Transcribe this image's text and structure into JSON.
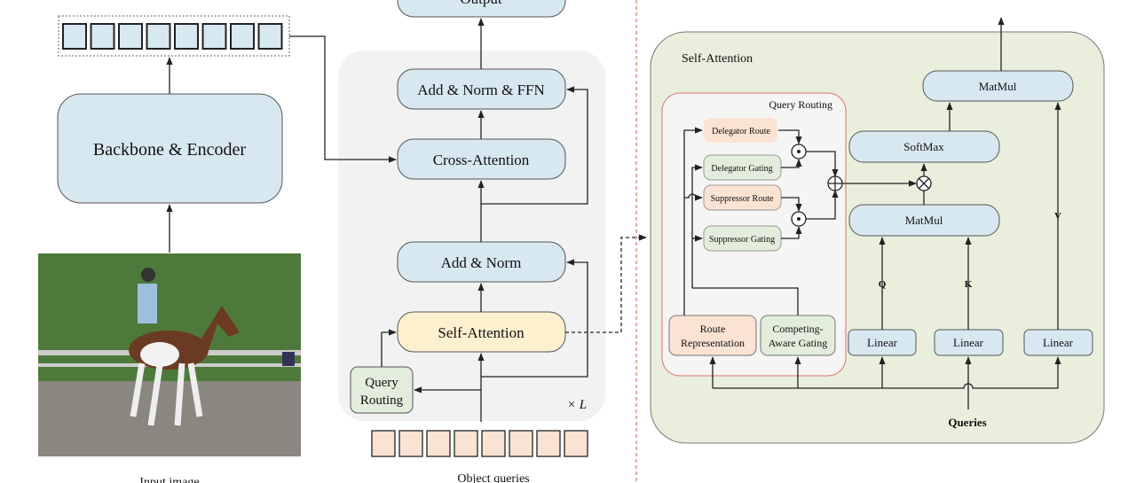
{
  "left": {
    "backbone": "Backbone & Encoder",
    "input_caption": "Input image"
  },
  "middle": {
    "output": "Output",
    "add_norm_ffn": "Add & Norm & FFN",
    "cross_attention": "Cross-Attention",
    "add_norm": "Add & Norm",
    "self_attention": "Self-Attention",
    "query_routing_line1": "Query",
    "query_routing_line2": "Routing",
    "repeat": "× L",
    "queries_caption": "Object queries"
  },
  "right": {
    "title": "Self-Attention",
    "qr_title": "Query Routing",
    "delegator_route": "Delegator Route",
    "delegator_gating": "Delegator Gating",
    "suppressor_route": "Suppressor Route",
    "suppressor_gating": "Suppressor Gating",
    "route_rep_line1": "Route",
    "route_rep_line2": "Representation",
    "cag_line1": "Competing-",
    "cag_line2": "Aware Gating",
    "matmul_top": "MatMul",
    "softmax": "SoftMax",
    "matmul": "MatMul",
    "linear": "Linear",
    "q": "Q",
    "k": "K",
    "v": "V",
    "queries": "Queries"
  },
  "colors": {
    "blue": "#d8e8f1",
    "yellow": "#fdf0cf",
    "green": "#e3eddb",
    "peach": "#fbe3d4",
    "panel_green": "#e9efdc",
    "red": "#d9534f"
  }
}
